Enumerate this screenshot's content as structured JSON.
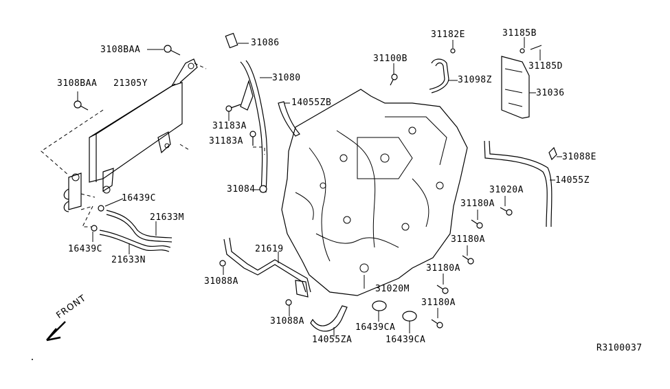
{
  "diagram": {
    "reference_code": "R3100037",
    "direction_label": "FRONT",
    "parts": [
      {
        "id": "3108BAA-top",
        "label": "3108BAA",
        "name": "bolt"
      },
      {
        "id": "3108BAA-left",
        "label": "3108BAA",
        "name": "bolt"
      },
      {
        "id": "21305Y",
        "label": "21305Y",
        "name": "oil-cooler"
      },
      {
        "id": "16439C-a",
        "label": "16439C",
        "name": "hose-clamp"
      },
      {
        "id": "16439C-b",
        "label": "16439C",
        "name": "hose-clamp"
      },
      {
        "id": "21633M",
        "label": "21633M",
        "name": "oil-cooler-hose"
      },
      {
        "id": "21633N",
        "label": "21633N",
        "name": "oil-cooler-hose"
      },
      {
        "id": "31086",
        "label": "31086",
        "name": "dipstick-cap"
      },
      {
        "id": "31080",
        "label": "31080",
        "name": "oil-charging-pipe"
      },
      {
        "id": "14055ZB",
        "label": "14055ZB",
        "name": "hose"
      },
      {
        "id": "31183A-a",
        "label": "31183A",
        "name": "bolt"
      },
      {
        "id": "31183A-b",
        "label": "31183A",
        "name": "bolt"
      },
      {
        "id": "31084",
        "label": "31084",
        "name": "o-ring"
      },
      {
        "id": "31100B",
        "label": "31100B",
        "name": "bolt"
      },
      {
        "id": "31182E",
        "label": "31182E",
        "name": "clip"
      },
      {
        "id": "31098Z",
        "label": "31098Z",
        "name": "breather-hose"
      },
      {
        "id": "31185B",
        "label": "31185B",
        "name": "nut"
      },
      {
        "id": "31185D",
        "label": "31185D",
        "name": "bolt"
      },
      {
        "id": "31036",
        "label": "31036",
        "name": "control-unit"
      },
      {
        "id": "31088E",
        "label": "31088E",
        "name": "clip"
      },
      {
        "id": "14055Z",
        "label": "14055Z",
        "name": "hose"
      },
      {
        "id": "31020A",
        "label": "31020A",
        "name": "bolt"
      },
      {
        "id": "31180A-a",
        "label": "31180A",
        "name": "bolt"
      },
      {
        "id": "31180A-b",
        "label": "31180A",
        "name": "bolt"
      },
      {
        "id": "31180A-c",
        "label": "31180A",
        "name": "bolt"
      },
      {
        "id": "31180A-d",
        "label": "31180A",
        "name": "bolt"
      },
      {
        "id": "21619",
        "label": "21619",
        "name": "oil-pipe"
      },
      {
        "id": "31088A-a",
        "label": "31088A",
        "name": "bolt"
      },
      {
        "id": "31088A-b",
        "label": "31088A",
        "name": "bolt"
      },
      {
        "id": "31020M",
        "label": "31020M",
        "name": "transaxle-assembly"
      },
      {
        "id": "14055ZA",
        "label": "14055ZA",
        "name": "hose"
      },
      {
        "id": "16439CA-a",
        "label": "16439CA",
        "name": "cap"
      },
      {
        "id": "16439CA-b",
        "label": "16439CA",
        "name": "cap"
      }
    ]
  }
}
